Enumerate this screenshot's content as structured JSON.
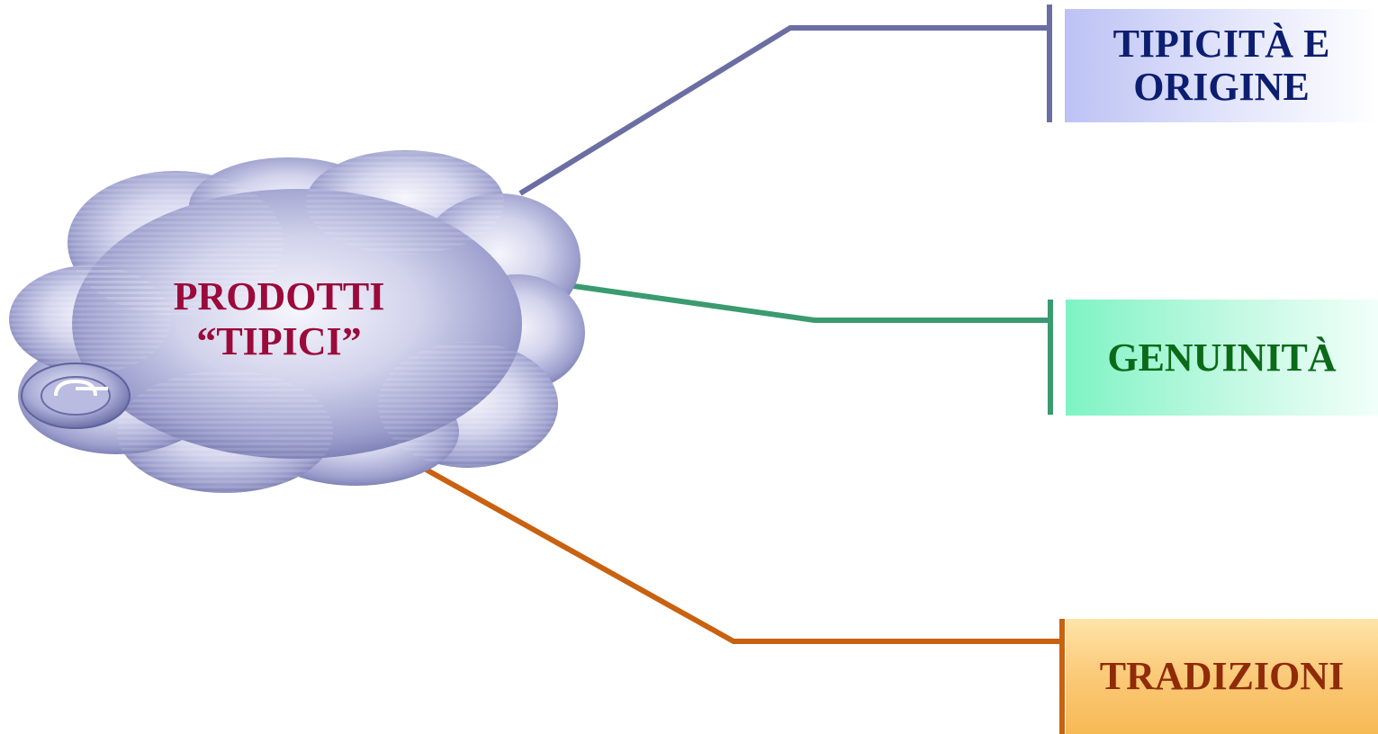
{
  "center": {
    "line1": "PRODOTTI",
    "line2": "“TIPICI”",
    "text_color": "#9b0a3a",
    "cloud_color": "#8e91c2",
    "icon": "cycle-icon"
  },
  "branches": [
    {
      "id": "top",
      "lines": [
        "TIPICITÀ E",
        "ORIGINE"
      ],
      "line_color": "#6b6ea3",
      "text_color": "#0c1e70",
      "box_color": "#c9cdf6"
    },
    {
      "id": "mid",
      "lines": [
        "GENUINITÀ"
      ],
      "line_color": "#3a9a70",
      "text_color": "#0b6a18",
      "box_color": "#9ef5d2"
    },
    {
      "id": "bot",
      "lines": [
        "TRADIZIONI"
      ],
      "line_color": "#c86210",
      "text_color": "#8f2b08",
      "box_color": "#fbc978"
    }
  ]
}
